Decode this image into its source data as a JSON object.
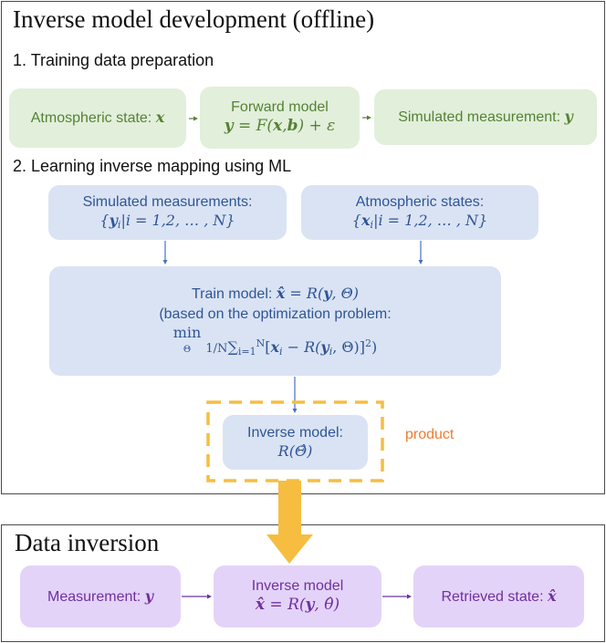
{
  "top_panel": {
    "title": "Inverse model development (offline)",
    "section1": "1. Training  data preparation",
    "section2": "2. Learning inverse mapping using ML",
    "atm_state": {
      "label": "Atmospheric state: ",
      "var": "x"
    },
    "forward_model": {
      "label": "Forward model",
      "eq_lhs": "y",
      "eq_mid": " = F(",
      "eq_x": "x",
      "eq_comma": ",",
      "eq_b": "b",
      "eq_end": ") + ε"
    },
    "sim_meas": {
      "label": "Simulated measurement: ",
      "var": "y"
    },
    "sim_meas_set": {
      "label": "Simulated measurements:",
      "open": "{",
      "var": "y",
      "sub": "i",
      "rest": "|i = 1,2, … , N}"
    },
    "atm_states_set": {
      "label": "Atmospheric states:",
      "open": "{",
      "var": "x",
      "sub": "i",
      "rest": "|i = 1,2, … , N}"
    },
    "train": {
      "line1_label": "Train model: ",
      "line1_var": "x̂",
      "line1_rest": " = R(",
      "line1_y": "y",
      "line1_end": ", Θ)",
      "line2": "(based on the optimization problem:",
      "line3_min": "min",
      "line3_min_sub": "Θ",
      "line3_frac": "1/N",
      "line3_sum": "∑",
      "line3_sum_sub": "i=1",
      "line3_sum_sup": "N",
      "line3_bracket": "[",
      "line3_x": "x",
      "line3_i": "i",
      "line3_minus": " − R(",
      "line3_y": "y",
      "line3_i2": "i",
      "line3_end": ", Θ)]",
      "line3_sq": "2",
      "line3_close": ")"
    },
    "inverse_model": {
      "label": "Inverse model:",
      "eq": "R(Θ̂)"
    },
    "product_label": "product"
  },
  "bottom_panel": {
    "title": "Data inversion",
    "measurement": {
      "label": "Measurement: ",
      "var": "y"
    },
    "inverse_model": {
      "label": "Inverse model",
      "eq_lhs": "x̂",
      "eq_mid": " = R(",
      "eq_y": "y",
      "eq_end": ", θ̂)"
    },
    "retrieved": {
      "label": "Retrieved state: ",
      "var": "x̂"
    }
  },
  "colors": {
    "green_fill": "#e2efda",
    "green_text": "#548235",
    "blue_fill": "#dae3f3",
    "blue_text": "#2f5597",
    "purple_fill": "#e4d3f8",
    "purple_text": "#7030a0",
    "accent_orange": "#f6bd41",
    "product_text": "#ed7d31"
  }
}
